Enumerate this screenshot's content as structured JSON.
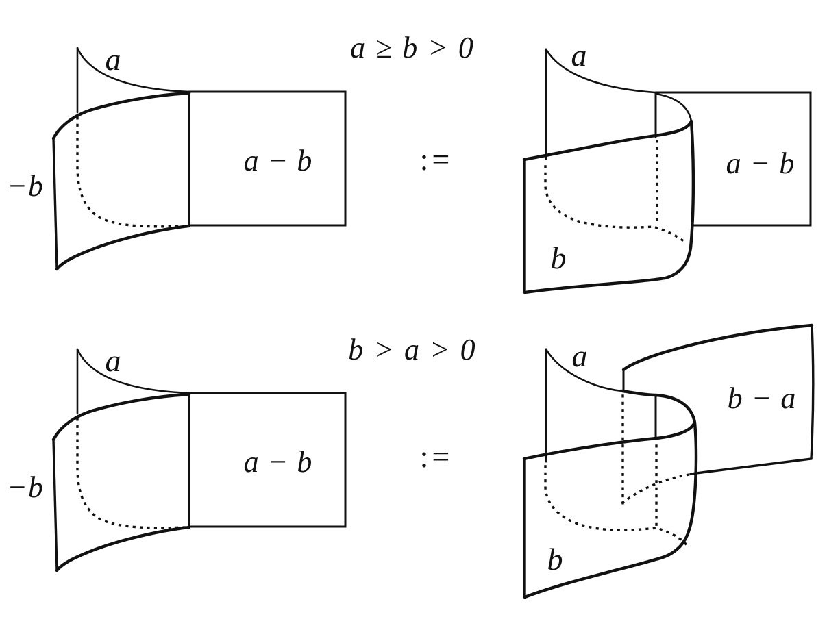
{
  "canvas": {
    "background_color": "#ffffff",
    "ink_color": "#111111"
  },
  "rows": [
    {
      "condition": "a ≥ b > 0",
      "defines_symbol": ":=",
      "left": {
        "strip_label": "a",
        "negative_label": "−b",
        "difference_label": "a − b"
      },
      "right": {
        "strip_label": "a",
        "wrap_label": "b",
        "difference_label": "a − b"
      }
    },
    {
      "condition": "b > a > 0",
      "defines_symbol": ":=",
      "left": {
        "strip_label": "a",
        "negative_label": "−b",
        "difference_label": "a − b"
      },
      "right": {
        "strip_label": "a",
        "wrap_label": "b",
        "difference_label": "b − a"
      }
    }
  ]
}
